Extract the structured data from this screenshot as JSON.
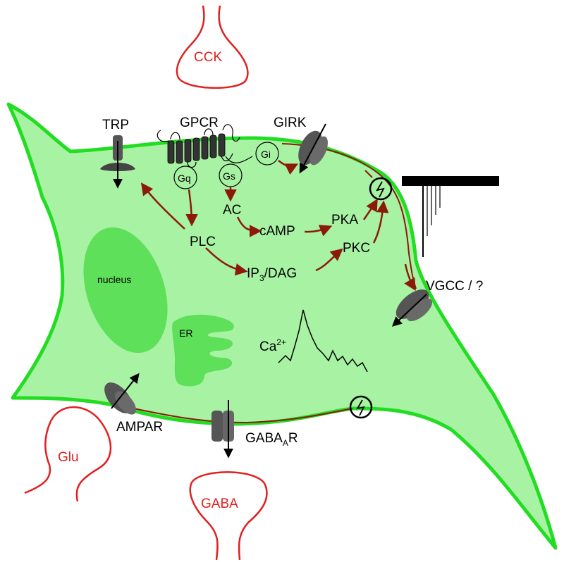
{
  "labels": {
    "cck": "CCK",
    "glu": "Glu",
    "gaba": "GABA",
    "gpcr": "GPCR",
    "trp": "TRP",
    "girk": "GIRK",
    "gq": "Gq",
    "gs": "Gs",
    "gi": "Gi",
    "ac": "AC",
    "camp": "cAMP",
    "pka": "PKA",
    "pkc": "PKC",
    "plc": "PLC",
    "ip3": "IP",
    "ip3_sub": "3",
    "dag": "/DAG",
    "nucleus": "nucleus",
    "er": "ER",
    "ca": "Ca",
    "ca_sup": "2+",
    "vgcc": "VGCC / ?",
    "ampar": "AMPAR",
    "gabaar": "GABA",
    "gabaar_sub": "A",
    "gabaar_suffix": "R"
  },
  "colors": {
    "cell_fill": "#a8f2a3",
    "cell_stroke": "#22dd22",
    "organelle": "#5fe05a",
    "terminal": "#e02020",
    "pathway_arrow": "#8b1a0a",
    "channel": "#555555"
  }
}
